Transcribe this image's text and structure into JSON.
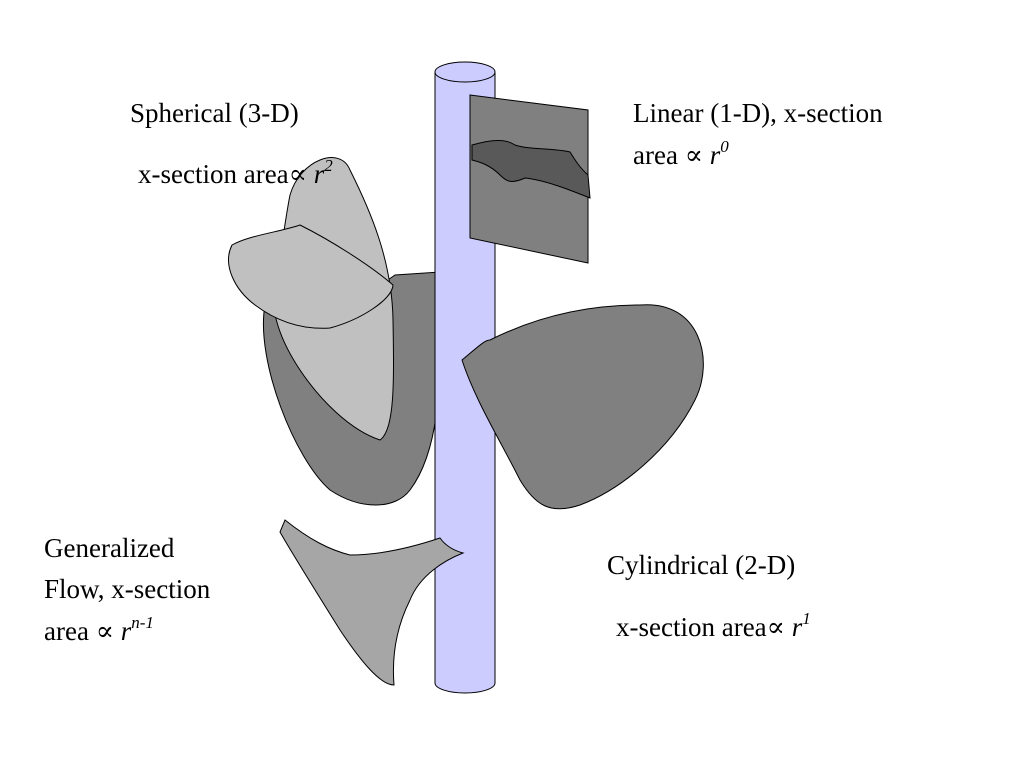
{
  "labels": {
    "spherical": {
      "title": "Spherical (3-D)",
      "area_prefix": "x-section area",
      "symbol": "∝",
      "var": "r",
      "exponent": "2"
    },
    "linear": {
      "title": "Linear (1-D), x-section",
      "area_prefix": "area",
      "symbol": "∝",
      "var": "r",
      "exponent": "0"
    },
    "cylindrical": {
      "title": "Cylindrical (2-D)",
      "area_prefix": "x-section area",
      "symbol": "∝",
      "var": "r",
      "exponent": "1"
    },
    "generalized": {
      "line1": "Generalized",
      "line2": "Flow, x-section",
      "area_prefix": "area",
      "symbol": "∝",
      "var": "r",
      "exponent": "n-1"
    }
  },
  "colors": {
    "wellbore": "#ccccff",
    "dark_gray": "#808080",
    "darker_gray": "#595959",
    "light_gray": "#c0c0c0",
    "medium_gray": "#a6a6a6",
    "outline": "#000000"
  }
}
